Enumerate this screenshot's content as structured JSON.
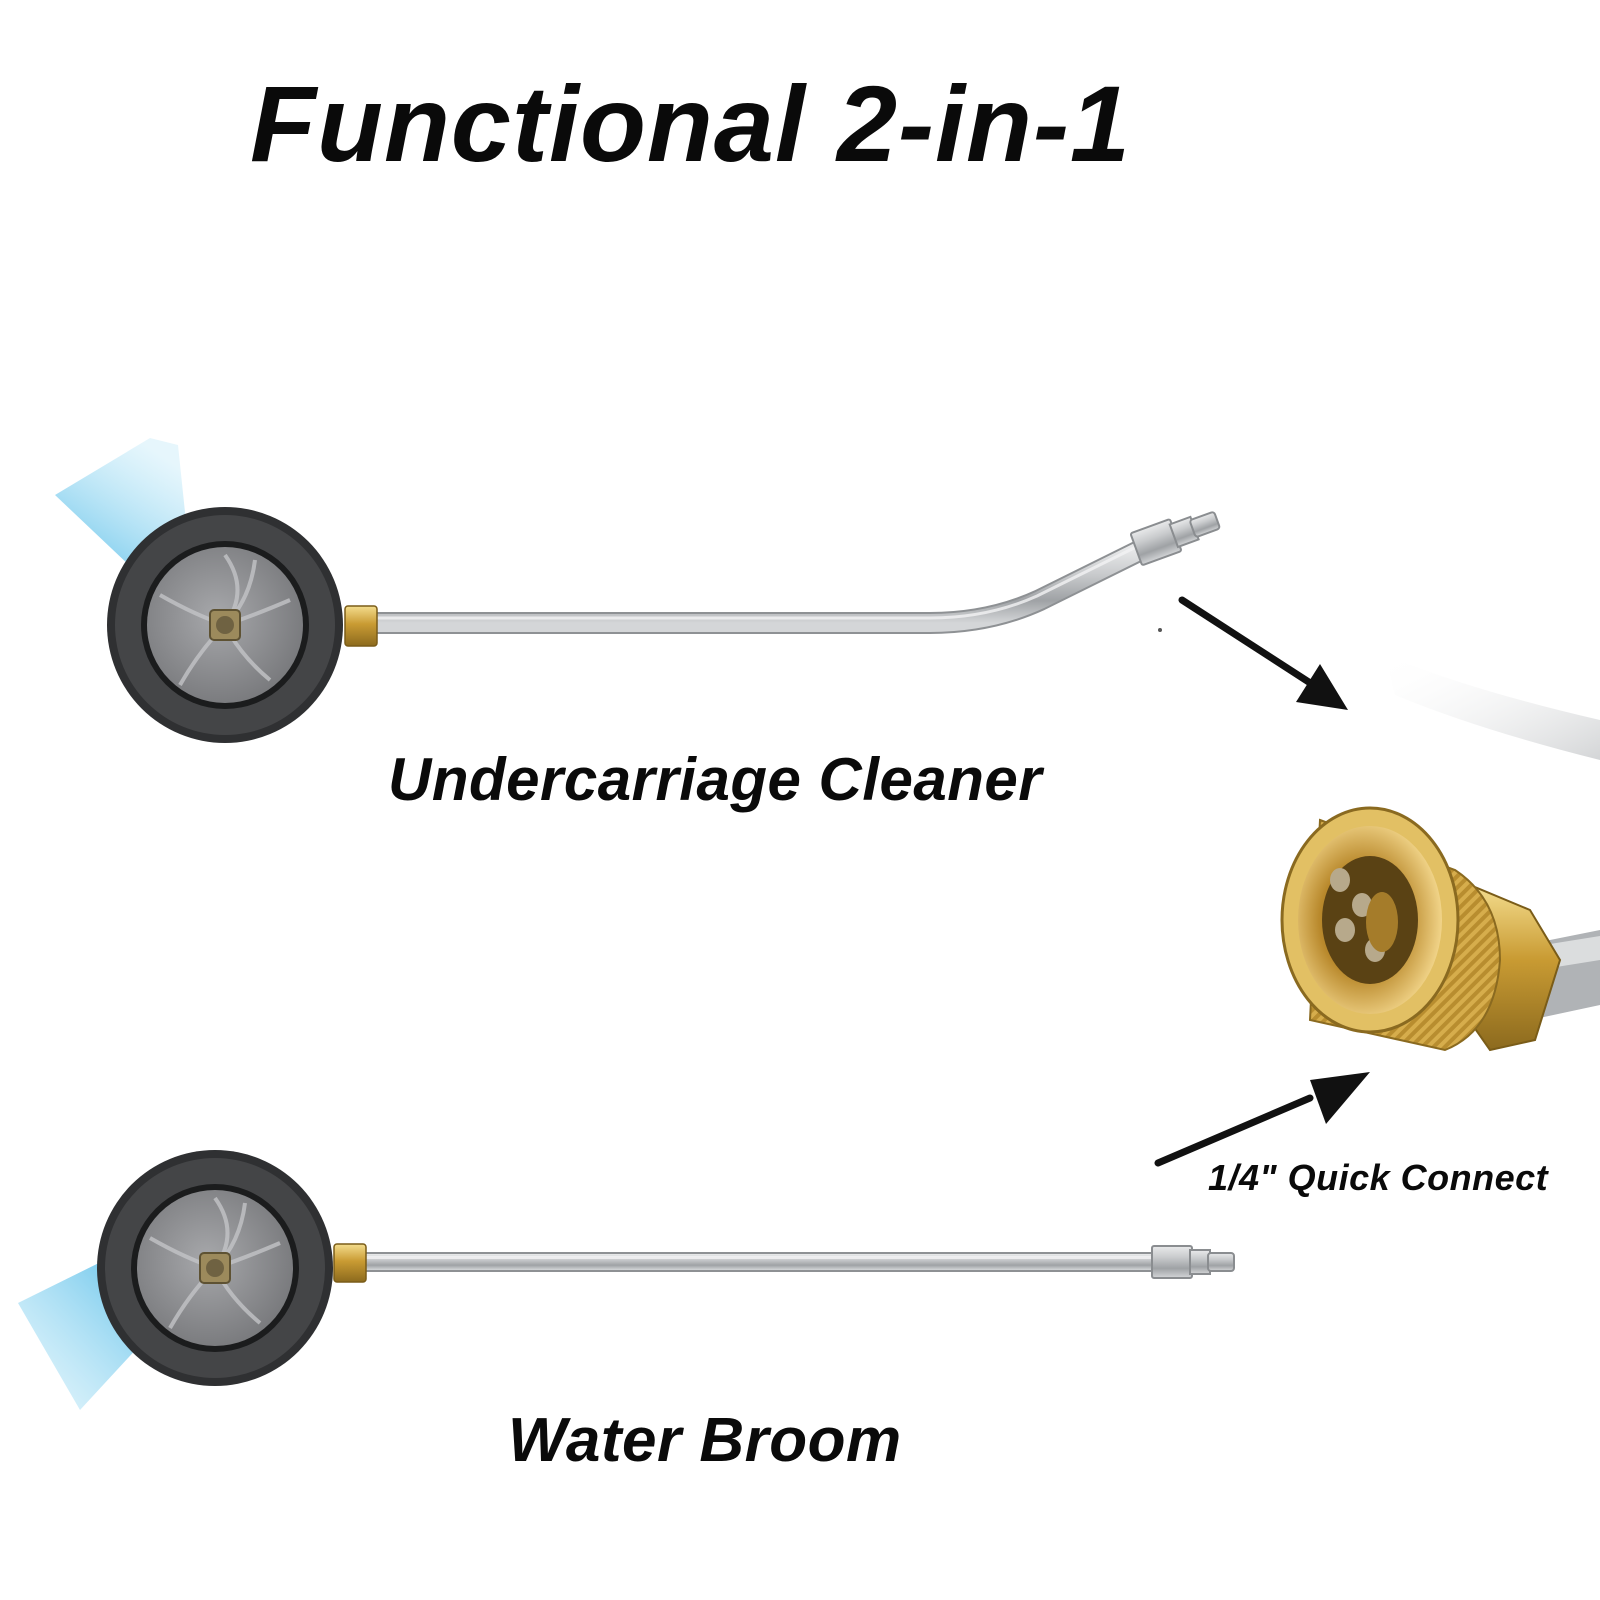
{
  "page": {
    "title": "Functional 2-in-1"
  },
  "products": {
    "undercarriage": {
      "label": "Undercarriage Cleaner"
    },
    "water_broom": {
      "label": "Water Broom"
    }
  },
  "connector": {
    "label": "1/4\" Quick Connect"
  },
  "colors": {
    "background": "#ffffff",
    "text": "#0a0a0a",
    "spray": "#6ec9ec",
    "wheel_rubber": "#3a3b3d",
    "wheel_plate": "#8c8d90",
    "wand_steel": "#b8babc",
    "brass": "#c8a040",
    "arrow": "#111111"
  },
  "icons": {
    "undercarriage_head": "rotary-surface-cleaner-head-icon",
    "water_broom_head": "rotary-surface-cleaner-head-icon",
    "coupler": "brass-quick-connect-coupler-icon",
    "arrows": "arrow-icon"
  }
}
